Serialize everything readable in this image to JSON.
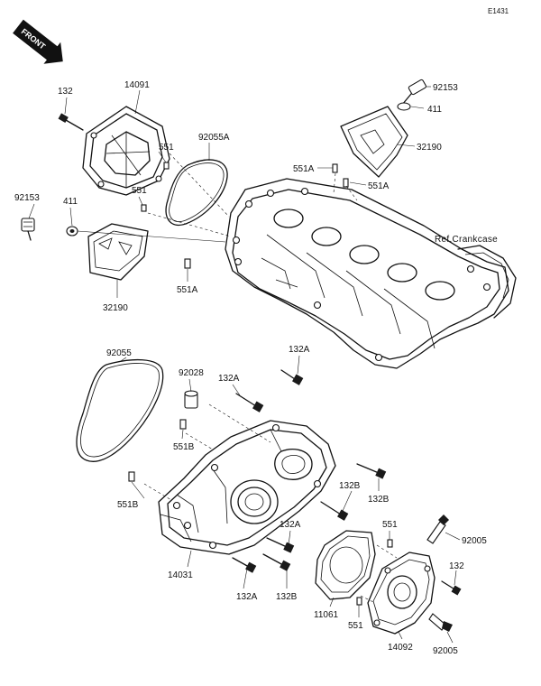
{
  "diagram_code": "E1431",
  "front_label": "FRONT",
  "reference_label": "Ref.Crankcase",
  "parts": {
    "p132_a": "132",
    "p14091": "14091",
    "p551_top": "551",
    "p551_mid": "551",
    "p92055A": "92055A",
    "p92153_right": "92153",
    "p411_right": "411",
    "p32190_right": "32190",
    "p551A_1": "551A",
    "p551A_2": "551A",
    "p92153_left": "92153",
    "p411_left": "411",
    "p32190_left": "32190",
    "p551A_3": "551A",
    "p92055": "92055",
    "p92028": "92028",
    "p132A_1": "132A",
    "p132A_2": "132A",
    "p551B_1": "551B",
    "p551B_2": "551B",
    "p132B_1": "132B",
    "p132B_2": "132B",
    "p132A_3": "132A",
    "p132B_3": "132B",
    "p132A_4": "132A",
    "p14031": "14031",
    "p551_low": "551",
    "p92005_top": "92005",
    "p132_b": "132",
    "p11061": "11061",
    "p551_bot": "551",
    "p14092": "14092",
    "p92005_bot": "92005"
  }
}
